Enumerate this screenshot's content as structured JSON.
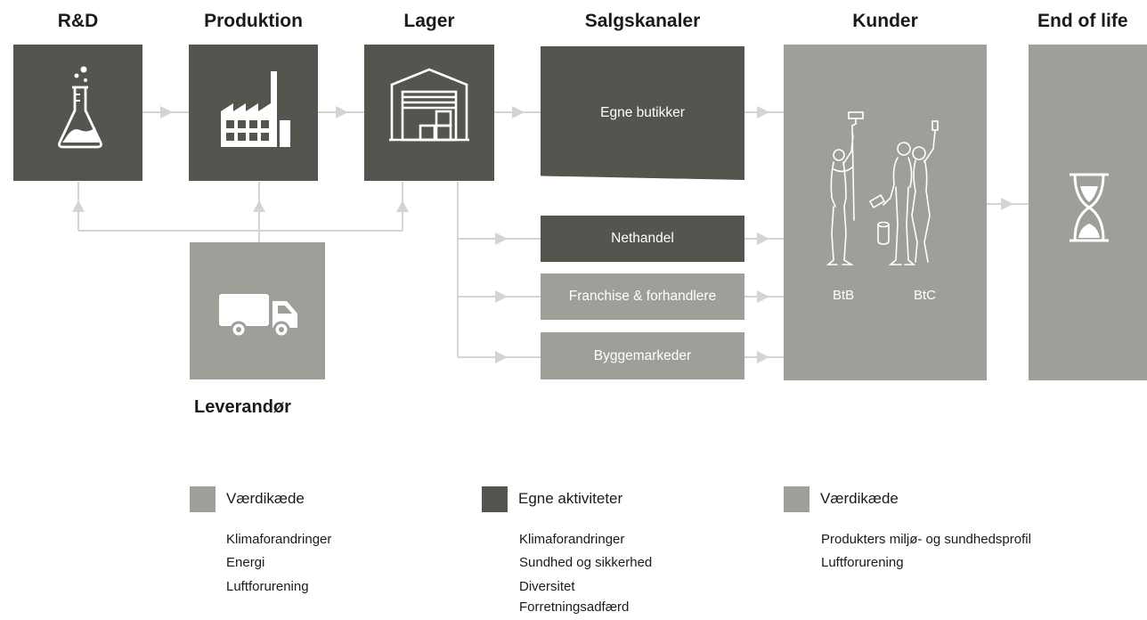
{
  "headers": {
    "rd": "R&D",
    "produktion": "Produktion",
    "lager": "Lager",
    "salgskanaler": "Salgskanaler",
    "kunder": "Kunder",
    "end_of_life": "End of life"
  },
  "supplier_label": "Leverandør",
  "channels": {
    "egne_butikker": "Egne butikker",
    "nethandel": "Nethandel",
    "franchise": "Franchise & forhandlere",
    "byggemarkeder": "Byggemarkeder"
  },
  "customers": {
    "btb": "BtB",
    "btc": "BtC"
  },
  "colors": {
    "own_activities": "#55554f",
    "value_chain": "#9f9e98",
    "connector": "#d4d4d0"
  },
  "icons": {
    "rd": "flask-icon",
    "produktion": "factory-icon",
    "lager": "warehouse-icon",
    "supplier": "truck-icon",
    "customers": "painters-icon",
    "end_of_life": "hourglass-icon"
  },
  "legend": [
    {
      "title": "Værdikæde",
      "items": [
        "Klimaforandringer",
        "Energi",
        "Luftforurening"
      ]
    },
    {
      "title": "Egne aktiviteter",
      "items": [
        "Klimaforandringer",
        "Sundhed og sikkerhed",
        "Diversitet",
        "Forretningsadfærd"
      ]
    },
    {
      "title": "Værdikæde",
      "items": [
        "Produkters miljø- og sundhedsprofil",
        "Luftforurening"
      ]
    }
  ]
}
